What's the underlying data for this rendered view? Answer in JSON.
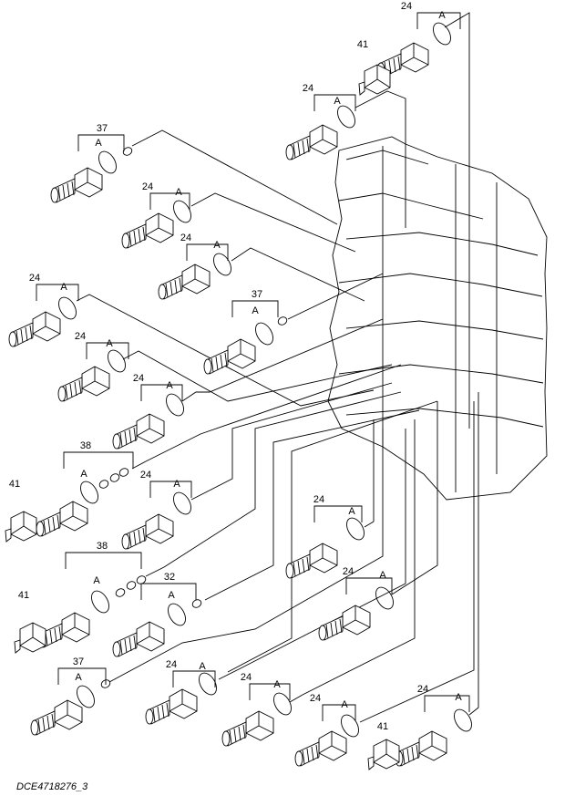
{
  "labels": {
    "part_24": "24",
    "part_32": "32",
    "part_37": "37",
    "part_38": "38",
    "part_41": "41",
    "oring_a": "A"
  },
  "drawing_code": "DCE4718276_3"
}
